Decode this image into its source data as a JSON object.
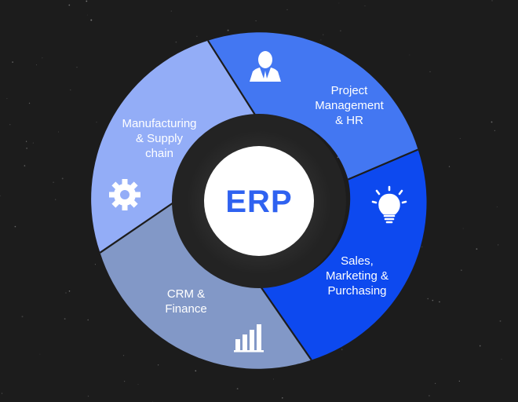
{
  "center": {
    "label": "ERP"
  },
  "segments": [
    {
      "id": "manufacturing",
      "label": "Manufacturing\n& Supply\nchain",
      "icon": "gear-icon",
      "color": "#93adf7"
    },
    {
      "id": "project",
      "label": "Project\nManagement\n& HR",
      "icon": "person-icon",
      "color": "#4377f2"
    },
    {
      "id": "sales",
      "label": "Sales,\nMarketing &\nPurchasing",
      "icon": "lightbulb-icon",
      "color": "#0d49ef"
    },
    {
      "id": "crm",
      "label": "CRM &\nFinance",
      "icon": "bar-chart-icon",
      "color": "#8298c7"
    }
  ],
  "colors": {
    "background": "#1c1c1c",
    "inner_ring": "#232323",
    "center_circle": "#ffffff",
    "accent": "#2f62f0"
  }
}
